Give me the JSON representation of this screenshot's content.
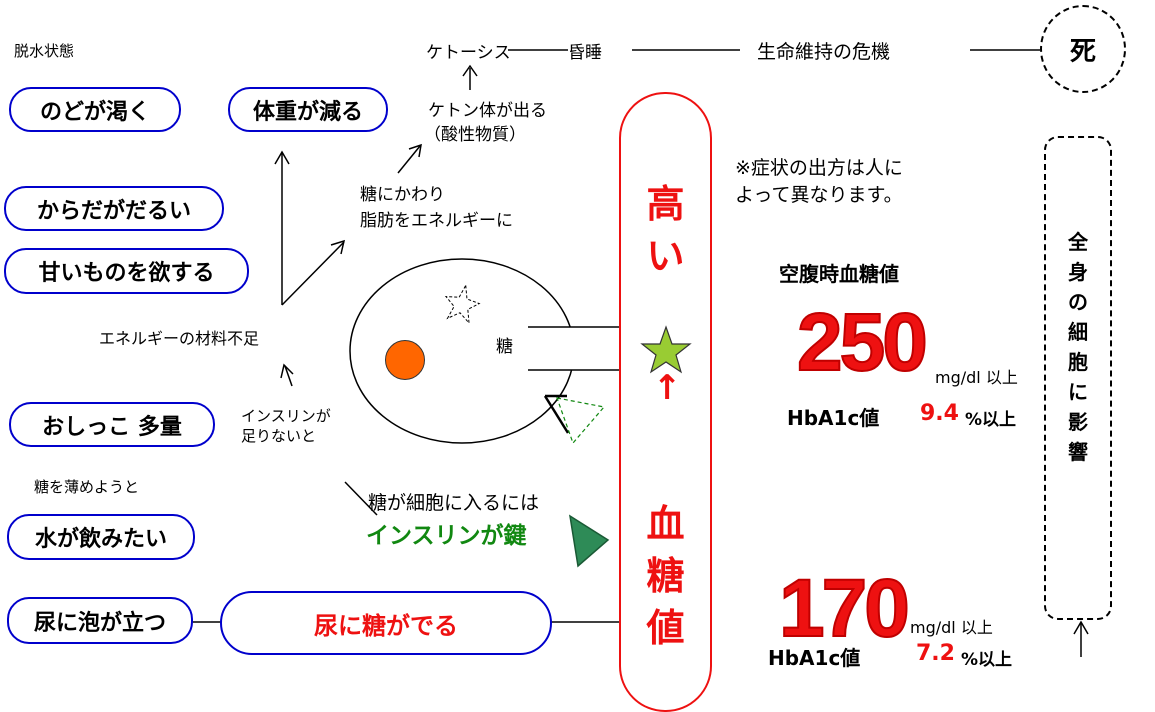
{
  "top_chain": {
    "ketosis": "ケトーシス",
    "coma": "昏睡",
    "crisis": "生命維持の危機",
    "death": "死"
  },
  "ketone": {
    "line1": "ケトン体が出る",
    "line2": "（酸性物質）"
  },
  "fat_energy": {
    "line1": "糖にかわり",
    "line2": "脂肪をエネルギーに"
  },
  "left_labels": {
    "dehydration": "脱水状態",
    "energy_shortage": "エネルギーの材料不足",
    "insulin_short_line1": "インスリンが",
    "insulin_short_line2": "足りないと",
    "dilute_sugar": "糖を薄めようと"
  },
  "symptoms": {
    "thirsty": "のどが渇く",
    "weight_loss": "体重が減る",
    "tired": "からだがだるい",
    "want_sweets": "甘いものを欲する",
    "urination": "おしっこ 多量",
    "want_water": "水が飲みたい",
    "foamy_urine": "尿に泡が立つ",
    "sugar_in_urine": "尿に糖がでる"
  },
  "cell": {
    "sugar_label": "糖"
  },
  "insulin_key": {
    "line1": "糖が細胞に入るには",
    "line2": "インスリンが鍵"
  },
  "blood_sugar_bar": {
    "high_chars": [
      "高",
      "い"
    ],
    "arrow": "↑",
    "label_chars": [
      "血",
      "糖",
      "値"
    ]
  },
  "note": {
    "line1": "※症状の出方は人に",
    "line2": "よって異なります。"
  },
  "fasting_title": "空腹時血糖値",
  "threshold_250": {
    "value": "250",
    "unit": "mg/dl 以上",
    "hba1c_label": "HbA1c値",
    "hba1c_value": "9.4",
    "hba1c_unit": "%以上"
  },
  "threshold_170": {
    "value": "170",
    "unit": "mg/dl 以上",
    "hba1c_label": "HbA1c値",
    "hba1c_value": "7.2",
    "hba1c_unit": "%以上"
  },
  "whole_body": {
    "chars": [
      "全",
      "身",
      "の",
      "細",
      "胞",
      "に",
      "影",
      "響"
    ]
  },
  "colors": {
    "pill_border": "#0000cc",
    "red": "#ee1111",
    "green": "#118811",
    "orange": "#ff6600",
    "star_green": "#99cc33"
  }
}
